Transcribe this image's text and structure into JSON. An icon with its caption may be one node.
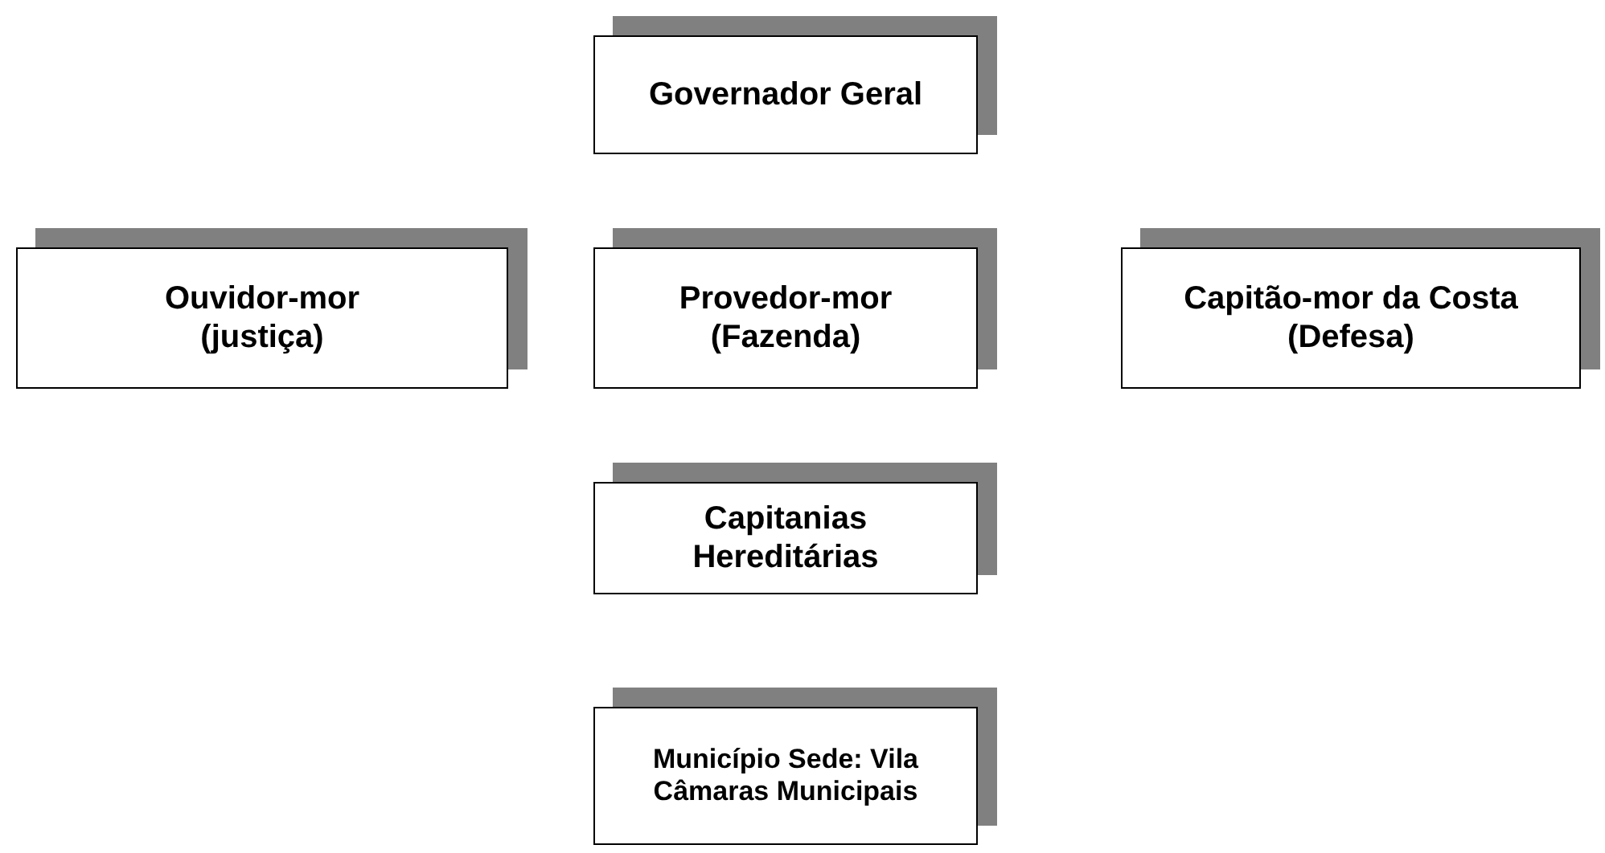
{
  "diagram": {
    "nodes": [
      {
        "text": [
          "Governador Geral"
        ]
      },
      {
        "text": [
          "Ouvidor-mor (justiça)"
        ]
      },
      {
        "text": [
          "Provedor-mor (Fazenda)"
        ]
      },
      {
        "text": [
          "Capitão-mor da Costa (Defesa)"
        ]
      },
      {
        "text": [
          "Capitanias Hereditárias"
        ]
      },
      {
        "text": [
          "Município Sede: Vila Câmaras Municipais"
        ]
      }
    ]
  }
}
